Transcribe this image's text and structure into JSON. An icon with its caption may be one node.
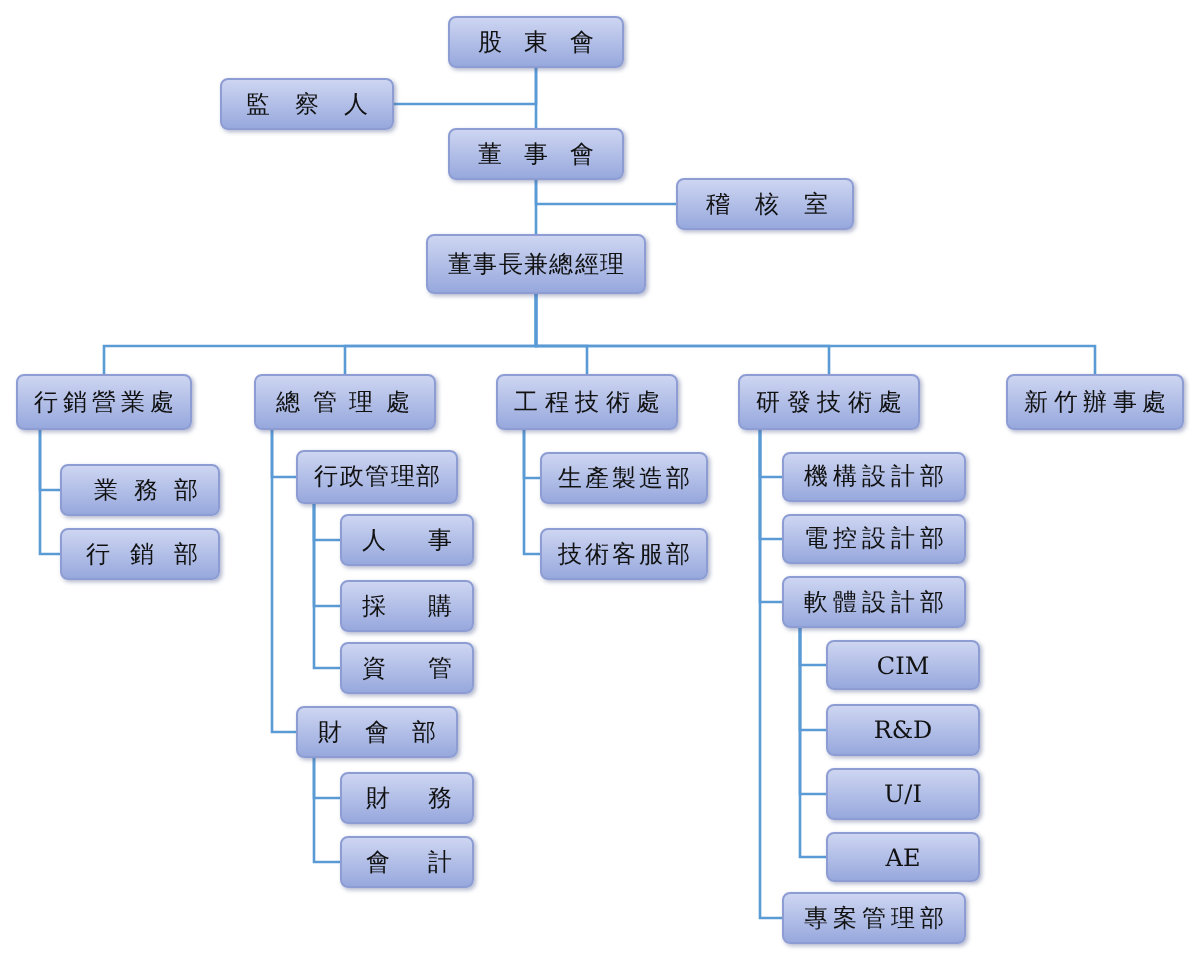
{
  "diagram": {
    "nodes": [
      {
        "text": [
          "股東會"
        ]
      },
      {
        "text": [
          "監察人"
        ]
      },
      {
        "text": [
          "董事會"
        ]
      },
      {
        "text": [
          "稽核室"
        ]
      },
      {
        "text": [
          "董事長兼總經理"
        ]
      },
      {
        "text": [
          "行銷營業處"
        ]
      },
      {
        "text": [
          "業務部"
        ]
      },
      {
        "text": [
          "行銷部"
        ]
      },
      {
        "text": [
          "總管理處"
        ]
      },
      {
        "text": [
          "行政管理部"
        ]
      },
      {
        "text": [
          "人事"
        ]
      },
      {
        "text": [
          "採購"
        ]
      },
      {
        "text": [
          "資管"
        ]
      },
      {
        "text": [
          "財會部"
        ]
      },
      {
        "text": [
          "財務"
        ]
      },
      {
        "text": [
          "會計"
        ]
      },
      {
        "text": [
          "工程技術處"
        ]
      },
      {
        "text": [
          "生產製造部"
        ]
      },
      {
        "text": [
          "技術客服部"
        ]
      },
      {
        "text": [
          "研發技術處"
        ]
      },
      {
        "text": [
          "機構設計部"
        ]
      },
      {
        "text": [
          "電控設計部"
        ]
      },
      {
        "text": [
          "軟體設計部"
        ]
      },
      {
        "text": [
          "CIM"
        ]
      },
      {
        "text": [
          "R&D"
        ]
      },
      {
        "text": [
          "U/I"
        ]
      },
      {
        "text": [
          "AE"
        ]
      },
      {
        "text": [
          "專案管理部"
        ]
      },
      {
        "text": [
          "新竹辦事處"
        ]
      }
    ],
    "edges": [
      {
        "from": 0,
        "to": 1,
        "arrow": "none"
      },
      {
        "from": 0,
        "to": 2,
        "arrow": "none"
      },
      {
        "from": 2,
        "to": 3,
        "arrow": "none"
      },
      {
        "from": 2,
        "to": 4,
        "arrow": "none"
      },
      {
        "from": 4,
        "to": 5,
        "arrow": "none"
      },
      {
        "from": 4,
        "to": 8,
        "arrow": "none"
      },
      {
        "from": 4,
        "to": 16,
        "arrow": "none"
      },
      {
        "from": 4,
        "to": 19,
        "arrow": "none"
      },
      {
        "from": 4,
        "to": 28,
        "arrow": "none"
      },
      {
        "from": 5,
        "to": 6,
        "arrow": "none"
      },
      {
        "from": 5,
        "to": 7,
        "arrow": "none"
      },
      {
        "from": 8,
        "to": 9,
        "arrow": "none"
      },
      {
        "from": 8,
        "to": 13,
        "arrow": "none"
      },
      {
        "from": 9,
        "to": 10,
        "arrow": "none"
      },
      {
        "from": 9,
        "to": 11,
        "arrow": "none"
      },
      {
        "from": 9,
        "to": 12,
        "arrow": "none"
      },
      {
        "from": 13,
        "to": 14,
        "arrow": "none"
      },
      {
        "from": 13,
        "to": 15,
        "arrow": "none"
      },
      {
        "from": 16,
        "to": 17,
        "arrow": "none"
      },
      {
        "from": 16,
        "to": 18,
        "arrow": "none"
      },
      {
        "from": 19,
        "to": 20,
        "arrow": "none"
      },
      {
        "from": 19,
        "to": 21,
        "arrow": "none"
      },
      {
        "from": 19,
        "to": 22,
        "arrow": "none"
      },
      {
        "from": 19,
        "to": 27,
        "arrow": "none"
      },
      {
        "from": 22,
        "to": 23,
        "arrow": "none"
      },
      {
        "from": 22,
        "to": 24,
        "arrow": "none"
      },
      {
        "from": 22,
        "to": 25,
        "arrow": "none"
      },
      {
        "from": 22,
        "to": 26,
        "arrow": "none"
      }
    ]
  }
}
